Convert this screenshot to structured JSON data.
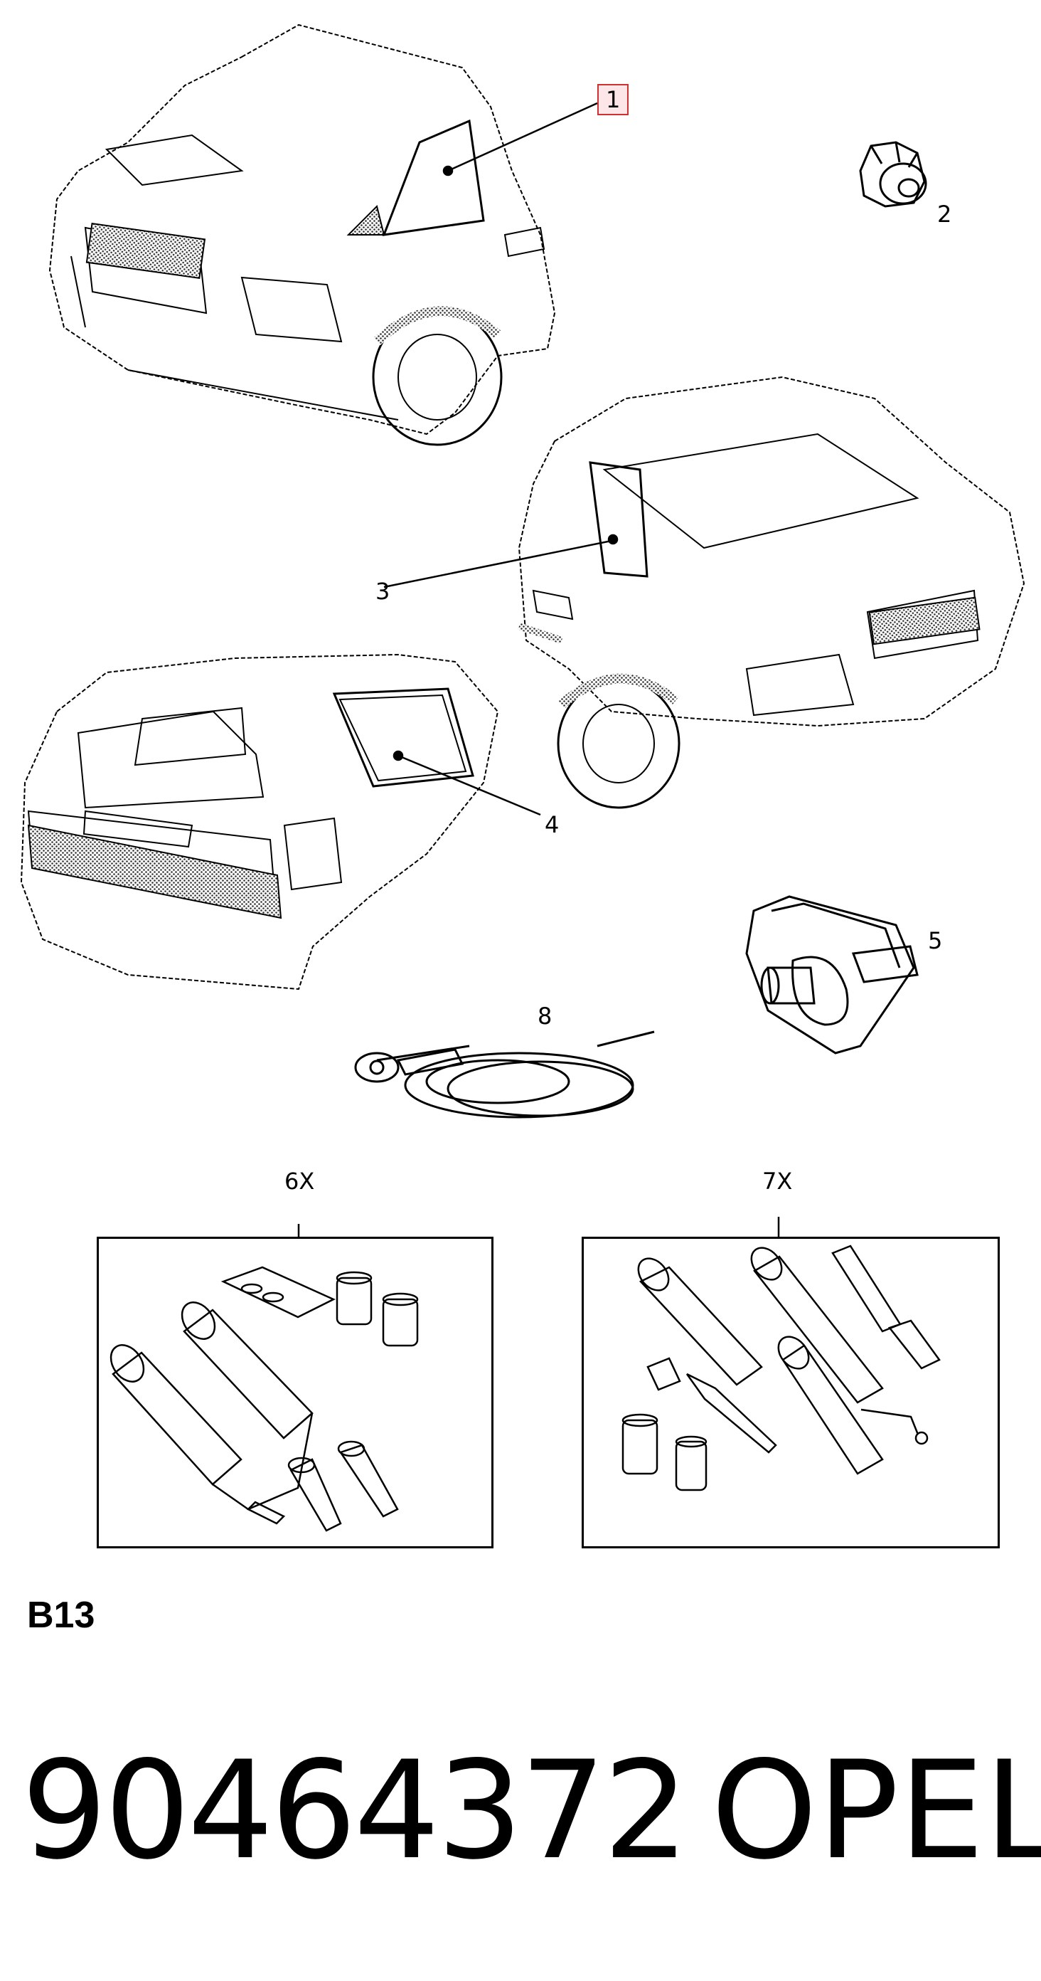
{
  "callouts": {
    "c1": "1",
    "c2": "2",
    "c3": "3",
    "c4": "4",
    "c5": "5",
    "c8": "8",
    "c6x": "6X",
    "c7x": "7X"
  },
  "section_code": "B13",
  "footer": {
    "part_number": "90464372",
    "brand": "OPEL"
  },
  "colors": {
    "callout_highlight_border": "#d0302f",
    "callout_highlight_fill": "#fde6e8",
    "ink": "#000000"
  }
}
